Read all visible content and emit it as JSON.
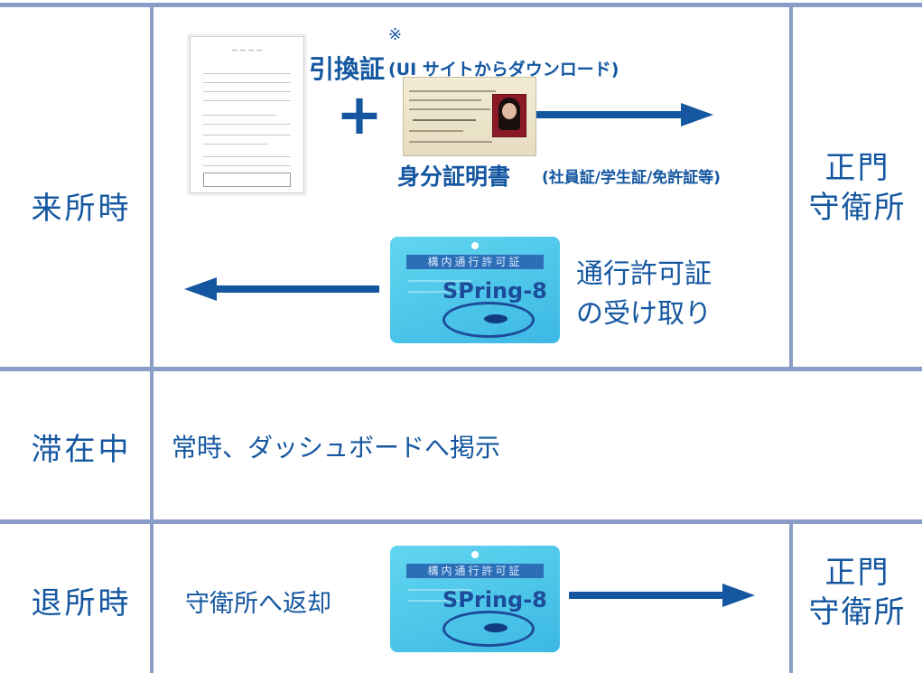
{
  "rows": {
    "arrival": {
      "label": "来所時",
      "doc_label": "引換証",
      "asterisk": "※",
      "doc_note": "(UI サイトからダウンロード)",
      "plus": "+",
      "id_label": "身分証明書",
      "id_note": "(社員証/学生証/免許証等)",
      "gate_line1": "正門",
      "gate_line2": "守衛所",
      "receive_line1": "通行許可証",
      "receive_line2": "の受け取り"
    },
    "stay": {
      "label": "滞在中",
      "text": "常時、ダッシュボードへ掲示"
    },
    "departure": {
      "label": "退所時",
      "text": "守衛所へ返却",
      "gate_line1": "正門",
      "gate_line2": "守衛所"
    }
  },
  "pass_card": {
    "band_text": "構内通行許可証",
    "logo_text": "SPring-8"
  },
  "colors": {
    "accent": "#1457a0",
    "grid": "#8a9cc8",
    "arrow": "#1457a0",
    "pass": "#4fc7ec"
  },
  "icons": [
    "document-icon",
    "id-card-icon",
    "pass-card-icon",
    "arrow-right-icon",
    "arrow-left-icon"
  ]
}
